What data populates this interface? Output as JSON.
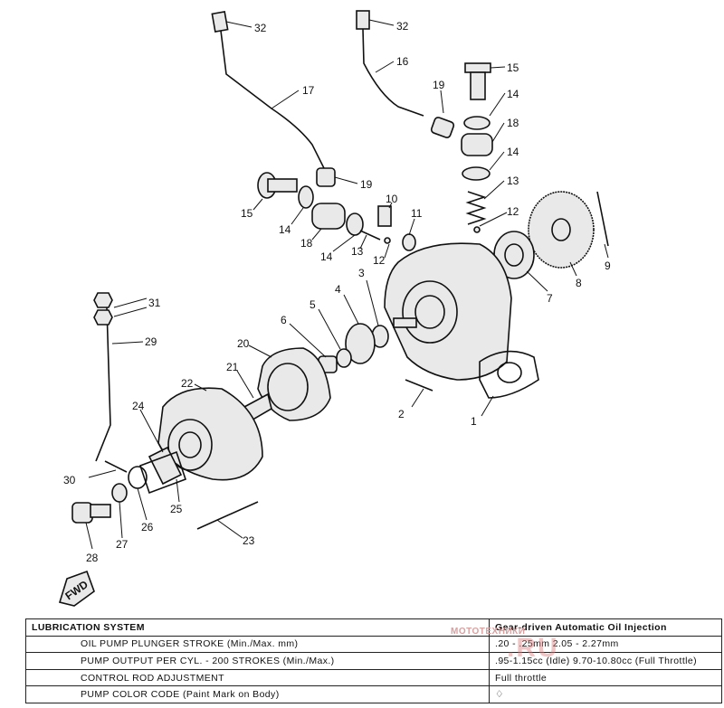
{
  "callouts": {
    "c32a": "32",
    "c32b": "32",
    "c17": "17",
    "c16": "16",
    "c15a": "15",
    "c19a": "19",
    "c14a": "14",
    "c18a": "18",
    "c14b": "14",
    "c13a": "13",
    "c19b": "19",
    "c15b": "15",
    "c14c": "14",
    "c18b": "18",
    "c14d": "14",
    "c13b": "13",
    "c10": "10",
    "c11": "11",
    "c12a": "12",
    "c12b": "12",
    "c9": "9",
    "c8": "8",
    "c7": "7",
    "c3": "3",
    "c4": "4",
    "c5": "5",
    "c6": "6",
    "c31": "31",
    "c29": "29",
    "c20": "20",
    "c21": "21",
    "c22": "22",
    "c24": "24",
    "c2": "2",
    "c1": "1",
    "c30": "30",
    "c25": "25",
    "c26": "26",
    "c27": "27",
    "c28": "28",
    "c23": "23"
  },
  "fwd_label": "FWD",
  "spec_table": {
    "header": {
      "label": "LUBRICATION SYSTEM",
      "value": "Gear-driven Automatic Oil Injection"
    },
    "rows": [
      {
        "label": "OIL PUMP PLUNGER STROKE (Min./Max. mm)",
        "value": ".20 - .25mm     2.05 - 2.27mm"
      },
      {
        "label": "PUMP OUTPUT PER CYL. - 200 STROKES (Min./Max.)",
        "value": ".95-1.15cc (Idle) 9.70-10.80cc (Full Throttle)"
      },
      {
        "label": "CONTROL ROD ADJUSTMENT",
        "value": "Full throttle"
      },
      {
        "label": "PUMP COLOR CODE (Paint Mark on Body)",
        "value": "♢"
      }
    ]
  },
  "watermark": {
    "small": "МОТОТЕХНИКИ",
    "large": ".RU"
  }
}
